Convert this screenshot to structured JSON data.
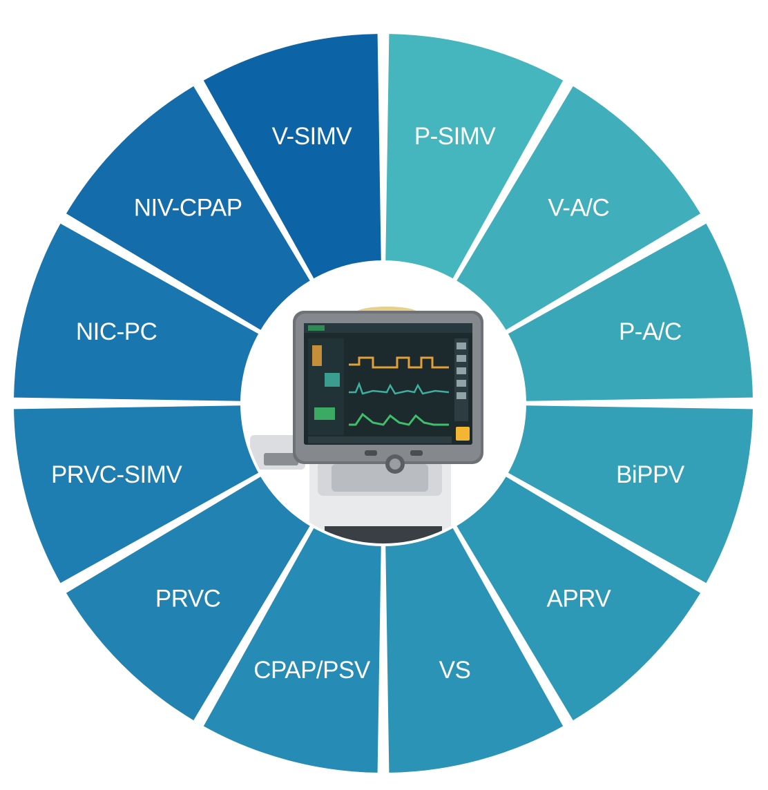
{
  "wheel": {
    "segments": [
      {
        "label": "P-SIMV",
        "color": "#45b6bd"
      },
      {
        "label": "V-A/C",
        "color": "#40afbb"
      },
      {
        "label": "P-A/C",
        "color": "#3aa7b9"
      },
      {
        "label": "BiPPV",
        "color": "#33a0b8"
      },
      {
        "label": "APRV",
        "color": "#2e99b7"
      },
      {
        "label": "VS",
        "color": "#2a93b6"
      },
      {
        "label": "CPAP/PSV",
        "color": "#268bb5"
      },
      {
        "label": "PRVC",
        "color": "#2283b3"
      },
      {
        "label": "PRVC-SIMV",
        "color": "#1e7db1"
      },
      {
        "label": "NIC-PC",
        "color": "#1a76af"
      },
      {
        "label": "NIV-CPAP",
        "color": "#146cab"
      },
      {
        "label": "V-SIMV",
        "color": "#0c64a6"
      }
    ]
  },
  "device": {
    "accent": "#f2b632",
    "screen_bg": "#1c2a2e",
    "waveform_colors": [
      "#e2a03a",
      "#3fb0a0",
      "#3fbf6a"
    ]
  }
}
